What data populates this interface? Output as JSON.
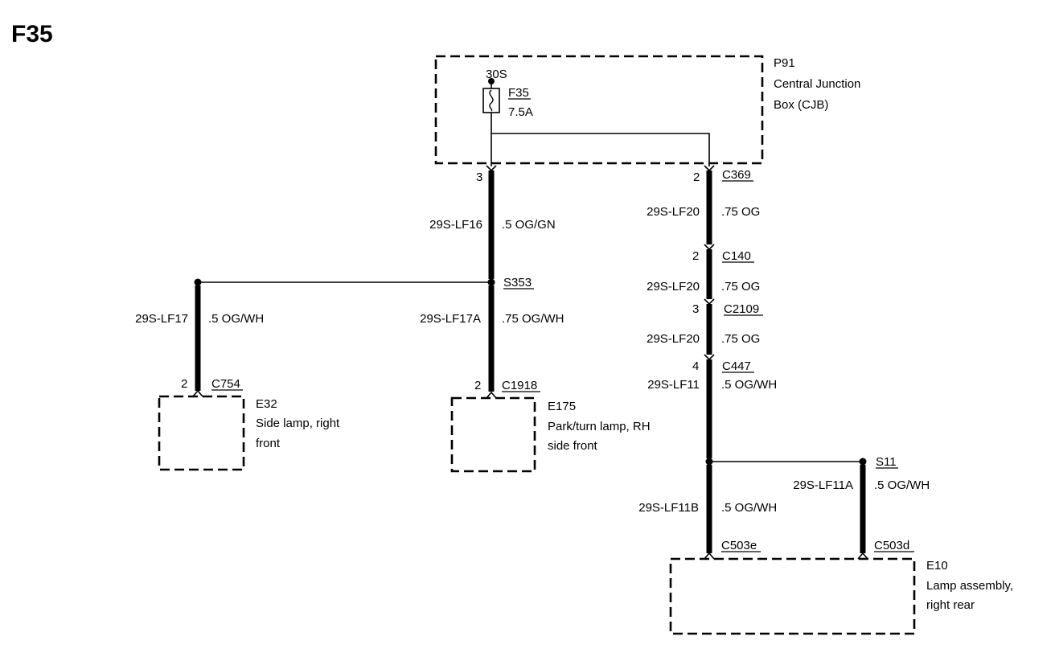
{
  "title": "F35",
  "cjb": {
    "ref": "P91",
    "name_line1": "Central Junction",
    "name_line2": "Box (CJB)",
    "feed": "30S",
    "fuse_id": "F35",
    "fuse_rating": "7.5A"
  },
  "connectors": {
    "cjb_pin_left": "3",
    "cjb_pin_right": "2",
    "c369": "C369",
    "c140": "C140",
    "c140_pin": "2",
    "c2109": "C2109",
    "c2109_pin": "3",
    "c447": "C447",
    "c447_pin": "4",
    "c754": "C754",
    "c754_pin": "2",
    "c1918": "C1918",
    "c1918_pin": "2",
    "c503e": "C503e",
    "c503d": "C503d"
  },
  "splices": {
    "s353": "S353",
    "s11": "S11"
  },
  "wires": {
    "lf16_circuit": "29S-LF16",
    "lf16_gauge": ".5 OG/GN",
    "lf17_circuit": "29S-LF17",
    "lf17_gauge": ".5 OG/WH",
    "lf17a_circuit": "29S-LF17A",
    "lf17a_gauge": ".75 OG/WH",
    "lf20a_circuit": "29S-LF20",
    "lf20a_gauge": ".75 OG",
    "lf20b_circuit": "29S-LF20",
    "lf20b_gauge": ".75 OG",
    "lf20c_circuit": "29S-LF20",
    "lf20c_gauge": ".75 OG",
    "lf11_circuit": "29S-LF11",
    "lf11_gauge": ".5 OG/WH",
    "lf11a_circuit": "29S-LF11A",
    "lf11a_gauge": ".5 OG/WH",
    "lf11b_circuit": "29S-LF11B",
    "lf11b_gauge": ".5 OG/WH"
  },
  "components": {
    "e32_ref": "E32",
    "e32_line1": "Side lamp, right",
    "e32_line2": "front",
    "e175_ref": "E175",
    "e175_line1": "Park/turn lamp, RH",
    "e175_line2": "side front",
    "e10_ref": "E10",
    "e10_line1": "Lamp assembly,",
    "e10_line2": "right rear"
  }
}
